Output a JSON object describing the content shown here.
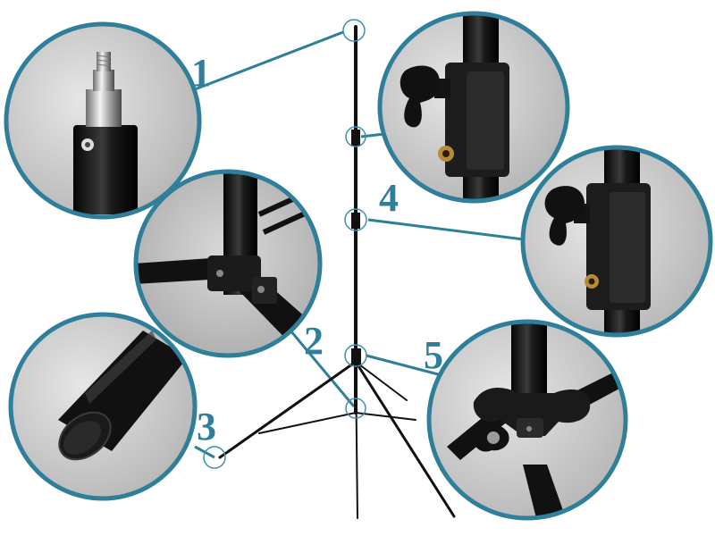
{
  "accent_color": "#2f7f9a",
  "callouts": [
    {
      "number": "1",
      "subject": "spigot-tip"
    },
    {
      "number": "2",
      "subject": "leg-hinge"
    },
    {
      "number": "3",
      "subject": "rubber-foot"
    },
    {
      "number": "4",
      "subject": "height-lock-knob"
    },
    {
      "number": "5",
      "subject": "leg-base-clamp"
    }
  ]
}
